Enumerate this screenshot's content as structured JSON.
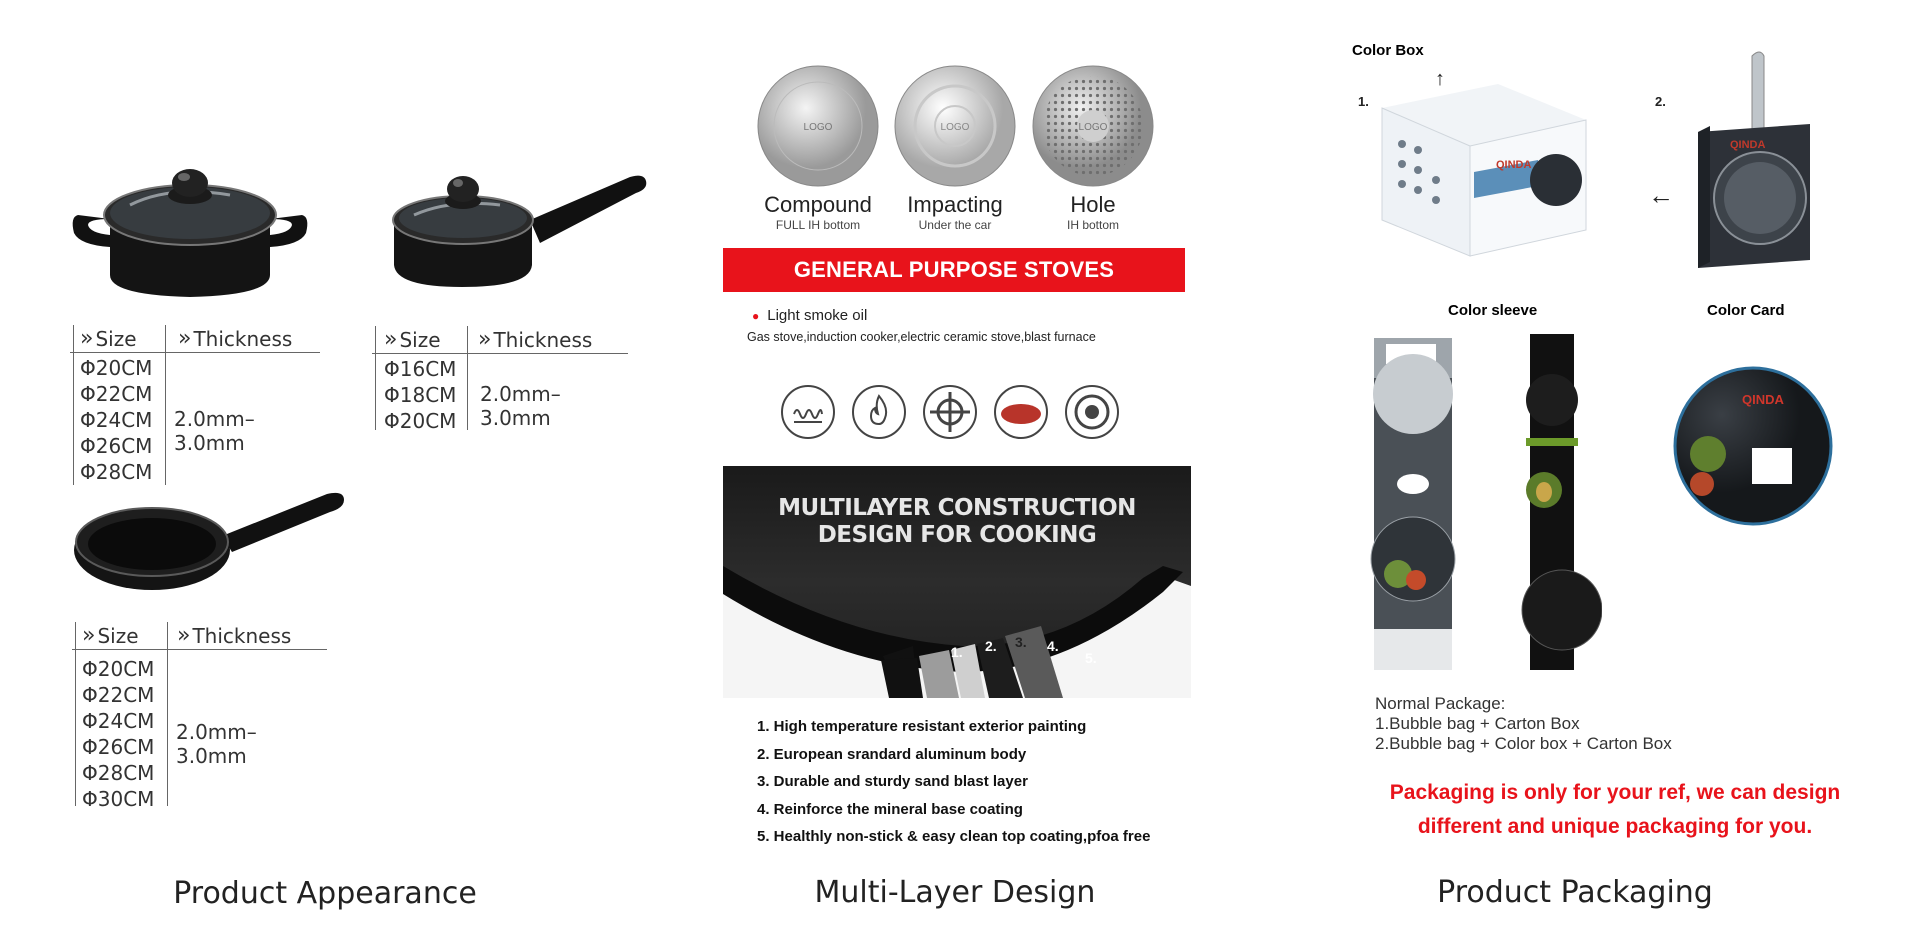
{
  "appearance": {
    "caption": "Product Appearance",
    "header_size": "Size",
    "header_thickness": "Thickness",
    "table1": {
      "sizes": [
        "Φ20CM",
        "Φ22CM",
        "Φ24CM",
        "Φ26CM",
        "Φ28CM"
      ],
      "thickness": "2.0mm–3.0mm"
    },
    "table2": {
      "sizes": [
        "Φ16CM",
        "Φ18CM",
        "Φ20CM"
      ],
      "thickness": "2.0mm–3.0mm"
    },
    "table3": {
      "sizes": [
        "Φ20CM",
        "Φ22CM",
        "Φ24CM",
        "Φ26CM",
        "Φ28CM",
        "Φ30CM"
      ],
      "thickness": "2.0mm–3.0mm"
    }
  },
  "multilayer": {
    "caption": "Multi-Layer Design",
    "bottoms": [
      {
        "name": "Compound",
        "sub": "FULL IH bottom",
        "logo": "LOGO"
      },
      {
        "name": "Impacting",
        "sub": "Under the car",
        "logo": "LOGO"
      },
      {
        "name": "Hole",
        "sub": "IH bottom",
        "logo": "LOGO"
      }
    ],
    "banner": "GENERAL PURPOSE STOVES",
    "oil_bullet": "Light smoke oil",
    "stoves_text": "Gas stove,induction cooker,electric ceramic stove,blast furnace",
    "panel_title_1": "MULTILAYER CONSTRUCTION",
    "panel_title_2": "DESIGN FOR COOKING",
    "layer_numbers": [
      "1.",
      "2.",
      "3.",
      "4.",
      "5."
    ],
    "features": [
      "1. High temperature resistant exterior painting",
      "2. European srandard aluminum body",
      "3. Durable and sturdy sand blast layer",
      "4. Reinforce the mineral base coating",
      "5. Healthly non-stick & easy clean top coating,pfoa free"
    ]
  },
  "packaging": {
    "caption": "Product Packaging",
    "color_box": "Color Box",
    "color_sleeve": "Color sleeve",
    "color_card": "Color Card",
    "num1": "1.",
    "num2": "2.",
    "brand": "QINDA",
    "normal_title": "Normal Package:",
    "normal_1": "1.Bubble bag + Carton Box",
    "normal_2": "2.Bubble bag + Color box + Carton Box",
    "note_1": "Packaging is only for your ref, we can design",
    "note_2": "different and unique packaging for you.",
    "colors": {
      "accent_red": "#e8131b"
    }
  }
}
